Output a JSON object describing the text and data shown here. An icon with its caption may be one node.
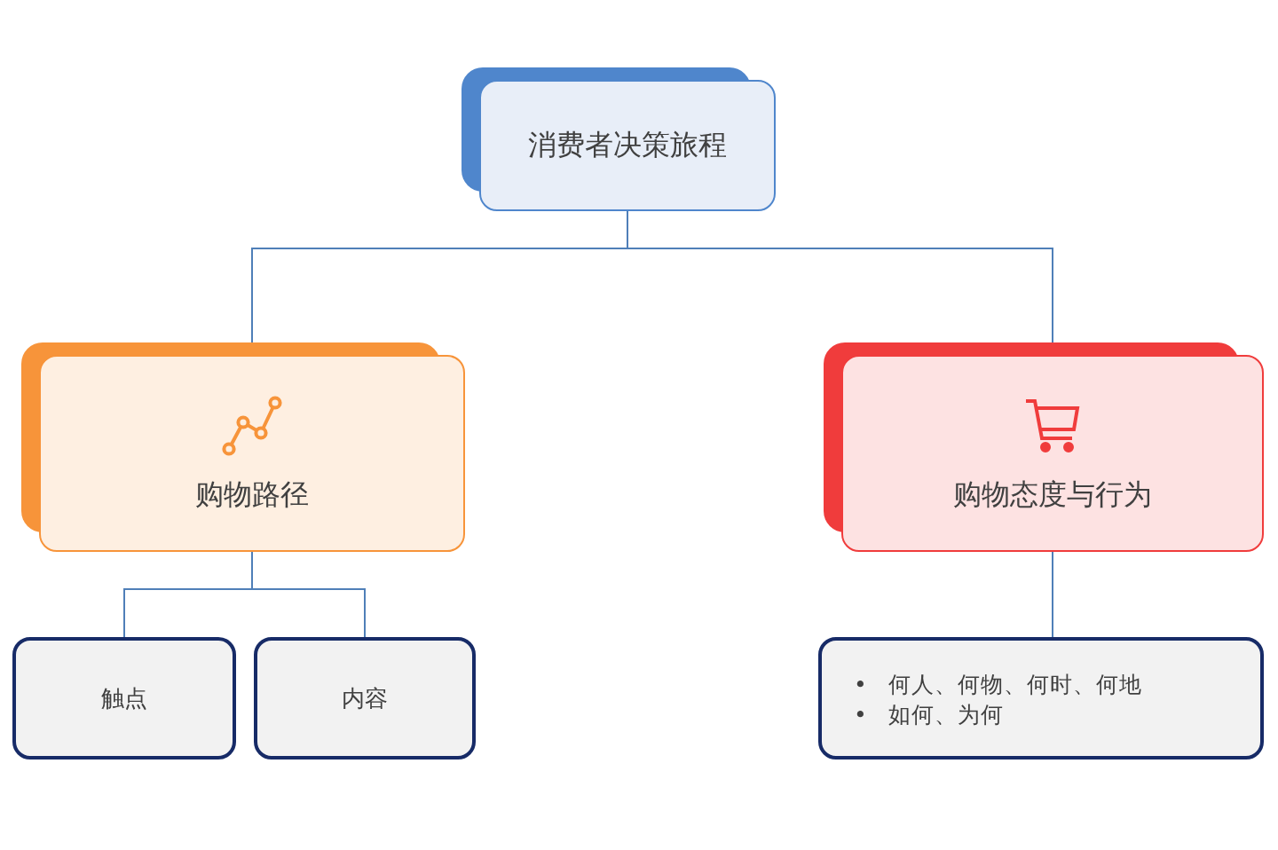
{
  "diagram": {
    "nodes": [
      {
        "text": [
          "消费者决策旅程"
        ]
      },
      {
        "text": [
          "购物路径"
        ]
      },
      {
        "text": [
          "购物态度与行为"
        ]
      },
      {
        "text": [
          "触点"
        ]
      },
      {
        "text": [
          "内容"
        ]
      },
      {
        "text": [
          "•   何人、何物、何时、何地",
          "•   如何、为何"
        ]
      }
    ],
    "edges": [
      {
        "from": 0,
        "to": 1,
        "arrow": "none"
      },
      {
        "from": 0,
        "to": 2,
        "arrow": "none"
      },
      {
        "from": 1,
        "to": 3,
        "arrow": "none"
      },
      {
        "from": 1,
        "to": 4,
        "arrow": "none"
      },
      {
        "from": 2,
        "to": 5,
        "arrow": "none"
      }
    ]
  }
}
